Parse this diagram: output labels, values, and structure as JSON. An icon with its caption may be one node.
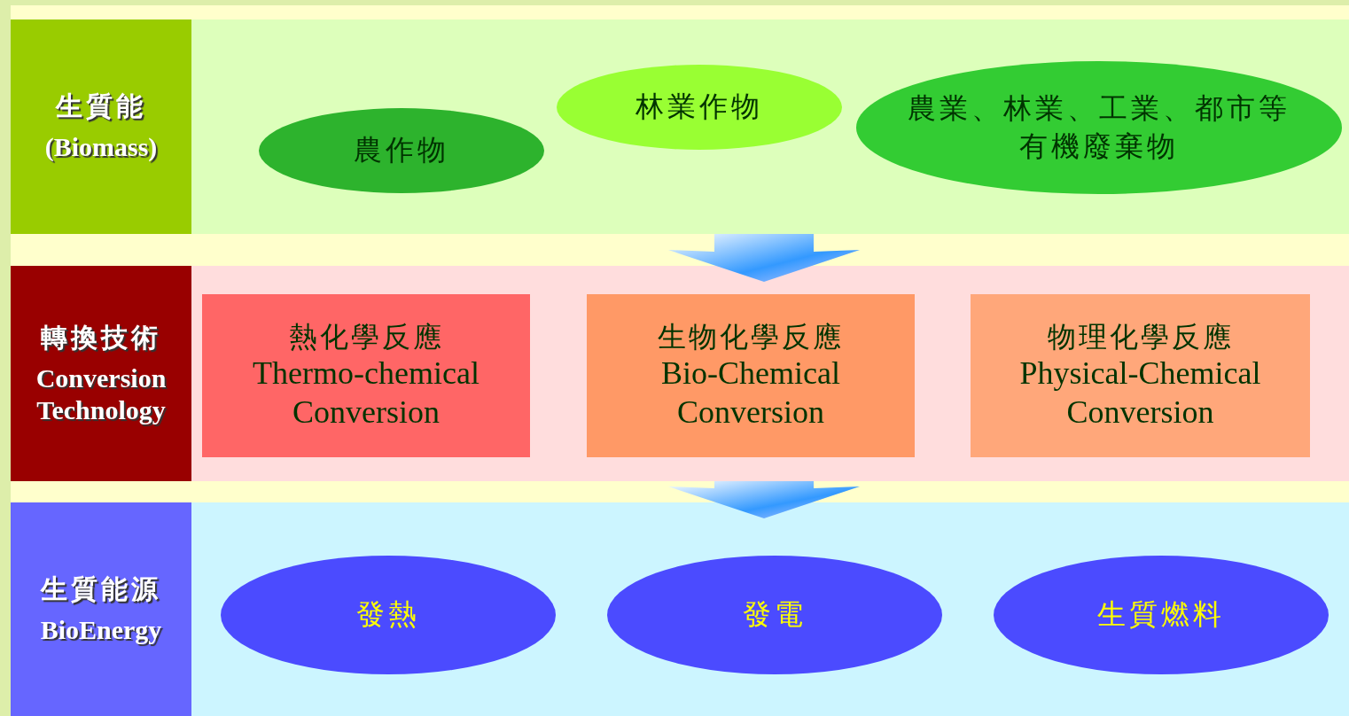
{
  "diagram": {
    "nodes": [
      {
        "text": [
          "生質能",
          "(Biomass)"
        ]
      },
      {
        "text": [
          "農作物"
        ],
        "in": 0
      },
      {
        "text": [
          "林業作物"
        ],
        "in": 0
      },
      {
        "text": [
          "農業、林業、工業、都市等有機廢棄物"
        ],
        "in": 0
      },
      {
        "text": [
          "轉換技術",
          "Conversion Technology"
        ]
      },
      {
        "text": [
          "熱化學反應",
          "Thermo-chemical Conversion"
        ],
        "in": 4
      },
      {
        "text": [
          "生物化學反應",
          "Bio-Chemical Conversion"
        ],
        "in": 4
      },
      {
        "text": [
          "物理化學反應",
          "Physical-Chemical Conversion"
        ],
        "in": 4
      },
      {
        "text": [
          "生質能源",
          "BioEnergy"
        ]
      },
      {
        "text": [
          "發熱"
        ],
        "in": 8
      },
      {
        "text": [
          "發電"
        ],
        "in": 8
      },
      {
        "text": [
          "生質燃料"
        ],
        "in": 8
      }
    ],
    "edges": [
      {
        "from": 0,
        "to": 4,
        "arrow": "to"
      },
      {
        "from": 4,
        "to": 8,
        "arrow": "to"
      }
    ]
  }
}
